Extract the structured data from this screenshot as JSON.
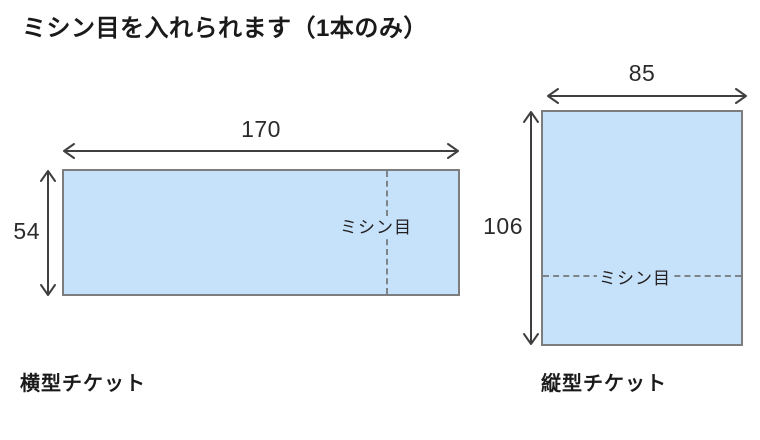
{
  "page": {
    "title": "ミシン目を入れられます（1本のみ）",
    "background_color": "#ffffff"
  },
  "colors": {
    "ticket_fill": "#c6e2fb",
    "ticket_border": "#7d7d7d",
    "perforation_line": "#7e8488",
    "dimension_line": "#3f3f3f",
    "text": "#231f20"
  },
  "tickets": [
    {
      "id": "landscape",
      "caption": "横型チケット",
      "perforation_label": "ミシン目",
      "perforation_orientation": "vertical",
      "width": {
        "value": "170",
        "orientation": "horizontal"
      },
      "height": {
        "value": "54",
        "orientation": "vertical"
      }
    },
    {
      "id": "portrait",
      "caption": "縦型チケット",
      "perforation_label": "ミシン目",
      "perforation_orientation": "horizontal",
      "width": {
        "value": "85",
        "orientation": "horizontal"
      },
      "height": {
        "value": "106",
        "orientation": "vertical"
      }
    }
  ]
}
